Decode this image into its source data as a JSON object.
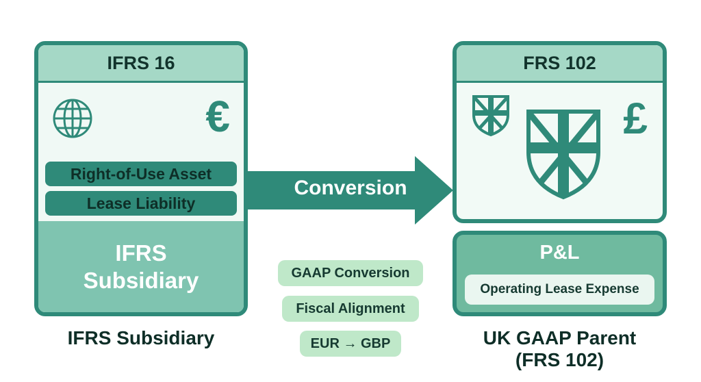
{
  "left_card": {
    "header": "IFRS 16",
    "pill1": "Right-of-Use Asset",
    "pill2": "Lease Liability",
    "bottom_line1": "IFRS",
    "bottom_line2": "Subsidiary",
    "currency_symbol": "€",
    "icon": "globe-icon"
  },
  "left_caption": "IFRS Subsidiary",
  "arrow_label": "Conversion",
  "chips": [
    "GAAP Conversion",
    "Fiscal Alignment",
    "EUR → GBP"
  ],
  "right_top": {
    "header": "FRS 102",
    "currency_symbol": "£",
    "icons": [
      "small-uk-shield-icon",
      "large-uk-shield-icon"
    ]
  },
  "right_bottom": {
    "title": "P&L",
    "pill": "Operating Lease Expense"
  },
  "right_caption_line1": "UK GAAP Parent",
  "right_caption_line2": "(FRS 102)",
  "colors": {
    "border": "#2f8a79",
    "header": "#a5d8c6",
    "chip": "#bfe8c9",
    "arrow": "#2f8a79"
  }
}
